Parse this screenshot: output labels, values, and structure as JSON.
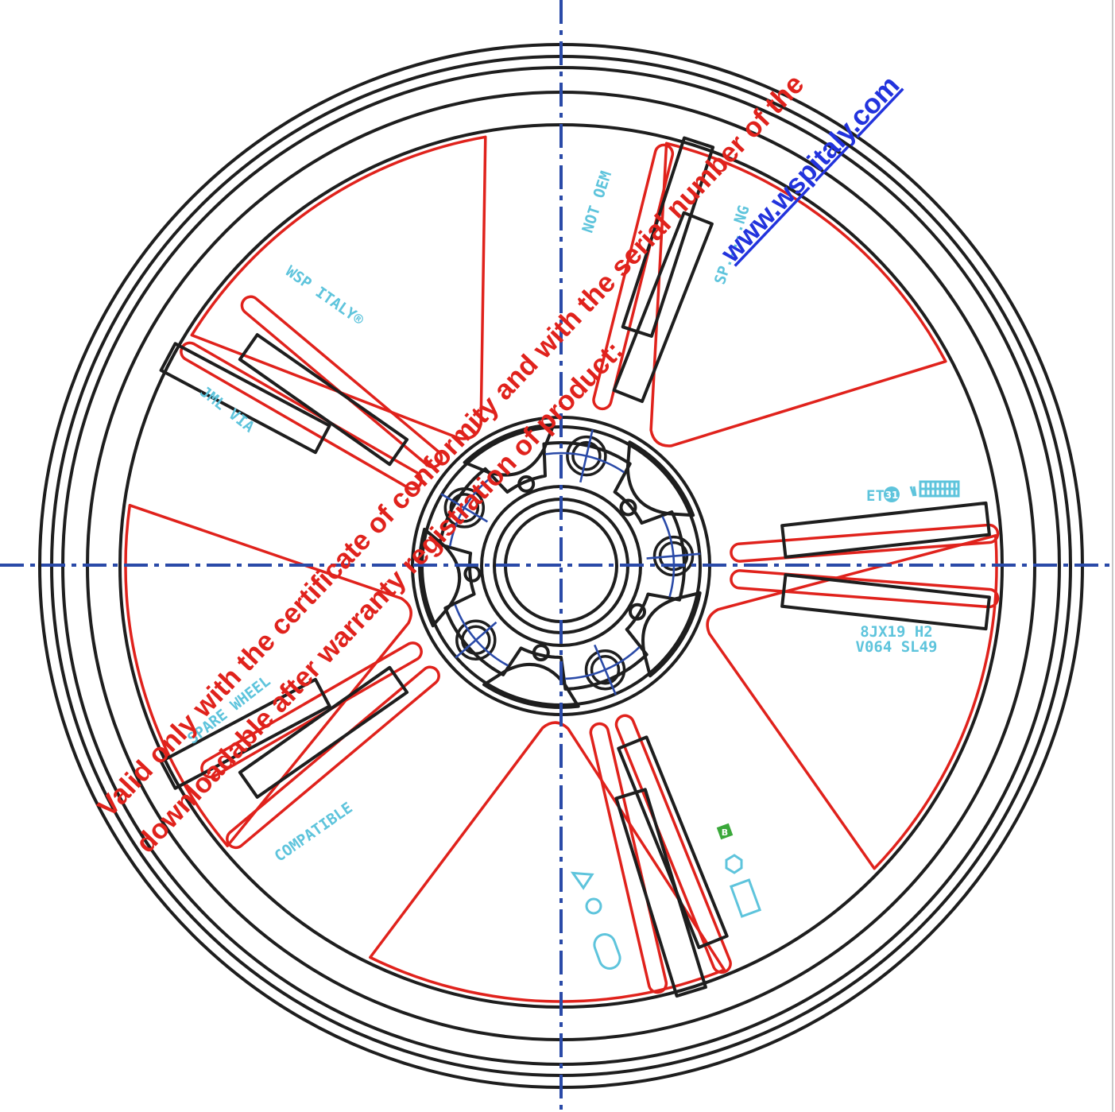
{
  "labels": {
    "not_oem": "NOT OEM",
    "ws_italy": "WSP ITALY®",
    "jml_via": "JML VIA",
    "spare_wheel": "SPARE WHEEL",
    "compatible": "COMPATIBLE",
    "right_partial": "SP.....NG",
    "et_text": "ET",
    "et_icon_text": "31",
    "spec_line1": "8JX19 H2",
    "spec_line2": "V064 SL49",
    "green_mark": "B"
  },
  "watermark": {
    "line1": "Valid only with the certificate of conformity and with the serial number of the",
    "line2": "downloadable after warranty registration of  product:",
    "url": "www.wspitaly.com"
  },
  "colors": {
    "outline": "#1e1e1e",
    "contour": "#e0221c",
    "axis": "#2a4aa8",
    "marking": "#5ec4dc",
    "watermark": "#e0221c",
    "link": "#2233dd"
  }
}
